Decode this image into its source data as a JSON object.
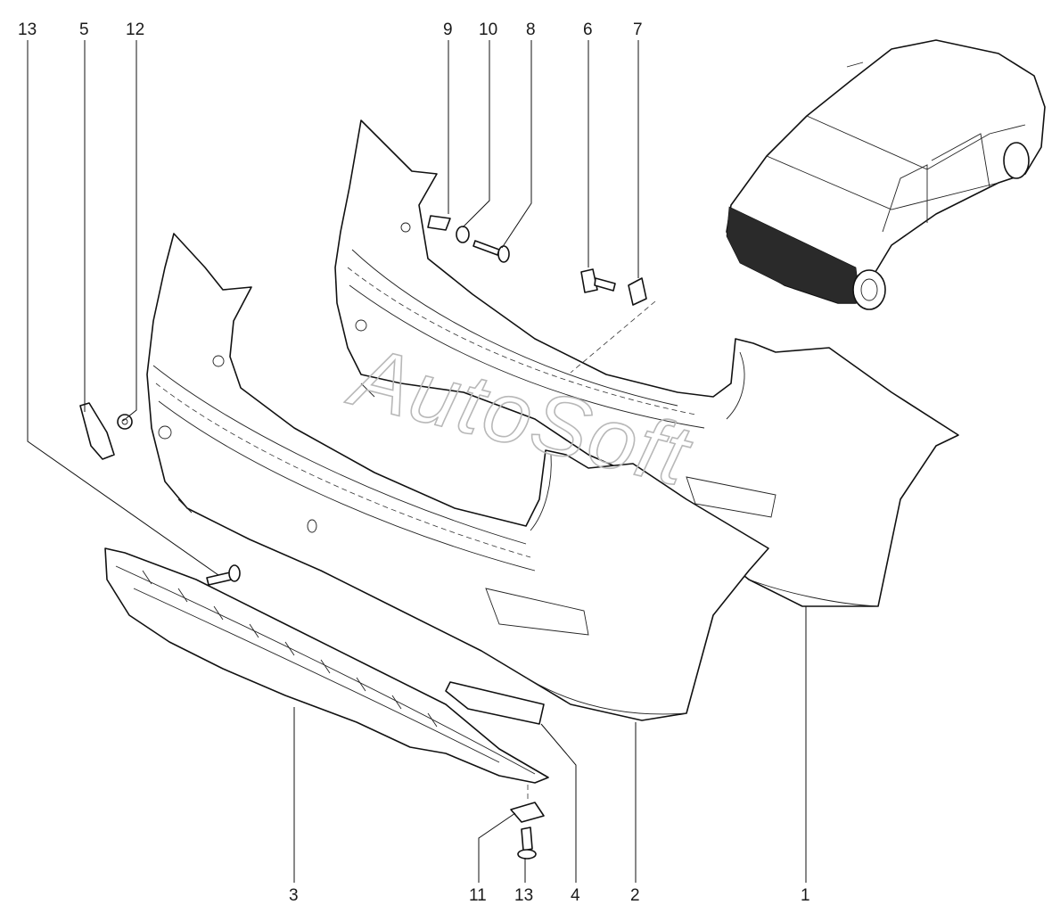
{
  "watermark": "AutoSoft",
  "callouts": {
    "c13_top": "13",
    "c5": "5",
    "c12": "12",
    "c9": "9",
    "c10": "10",
    "c8": "8",
    "c6": "6",
    "c7": "7",
    "c3": "3",
    "c11": "11",
    "c13_bottom": "13",
    "c4": "4",
    "c2": "2",
    "c1": "1"
  }
}
